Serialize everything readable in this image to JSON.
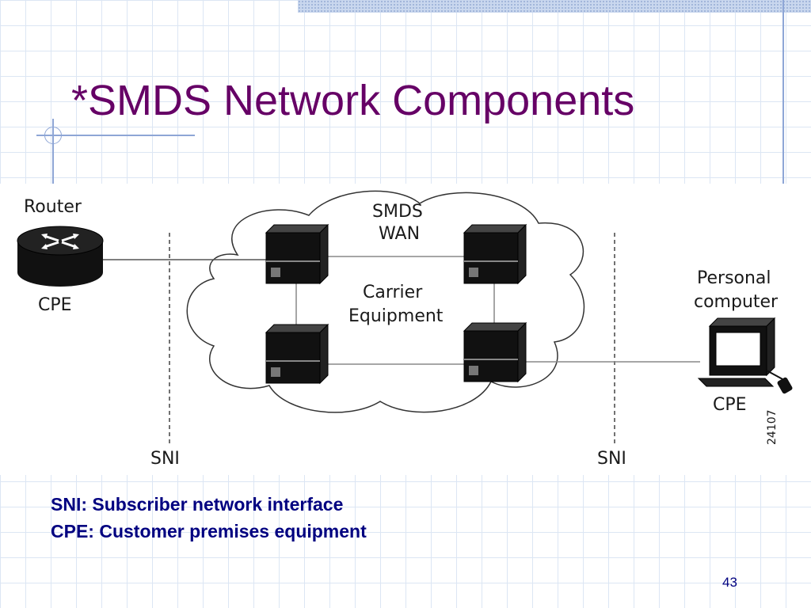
{
  "slide": {
    "title": "*SMDS Network Components",
    "page_number": "43"
  },
  "diagram": {
    "router_label": "Router",
    "left_cpe_label": "CPE",
    "cloud_title_line1": "SMDS",
    "cloud_title_line2": "WAN",
    "carrier_line1": "Carrier",
    "carrier_line2": "Equipment",
    "pc_label_line1": "Personal",
    "pc_label_line2": "computer",
    "right_cpe_label": "CPE",
    "left_sni_label": "SNI",
    "right_sni_label": "SNI",
    "figure_id": "24107"
  },
  "legend": {
    "sni": "SNI: Subscriber network interface",
    "cpe": "CPE: Customer premises equipment"
  },
  "colors": {
    "title": "#660066",
    "legend_text": "#000080",
    "grid": "#dce6f4",
    "accent_lines": "#8ea6d6"
  }
}
